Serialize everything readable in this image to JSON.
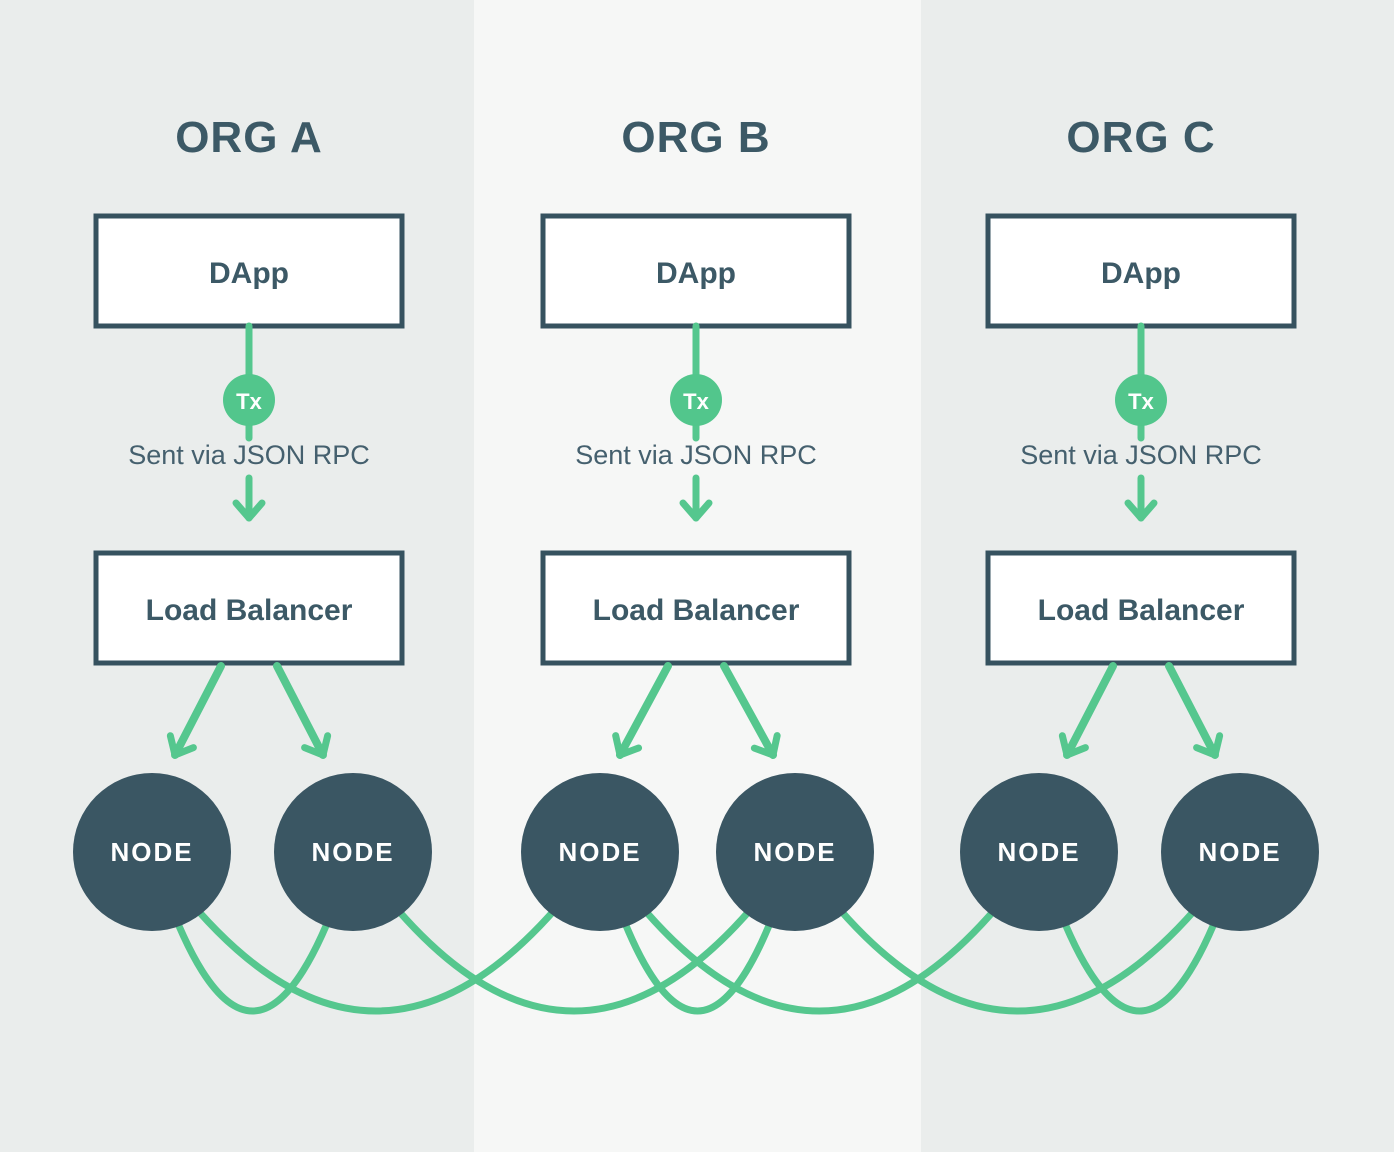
{
  "colors": {
    "accent_green": "#55c78e",
    "slate_border": "#36525f",
    "slate_text": "#3c5966",
    "node_fill": "#3a5663",
    "box_fill": "#ffffff",
    "outer_column_bg": "#eaedec",
    "middle_column_bg": "#f6f7f6"
  },
  "orgs": [
    {
      "title": "ORG A",
      "dapp_label": "DApp",
      "tx_badge_label": "Tx",
      "rpc_caption": "Sent via JSON RPC",
      "load_balancer_label": "Load Balancer",
      "nodes": [
        "NODE",
        "NODE"
      ]
    },
    {
      "title": "ORG B",
      "dapp_label": "DApp",
      "tx_badge_label": "Tx",
      "rpc_caption": "Sent via JSON RPC",
      "load_balancer_label": "Load Balancer",
      "nodes": [
        "NODE",
        "NODE"
      ]
    },
    {
      "title": "ORG C",
      "dapp_label": "DApp",
      "tx_badge_label": "Tx",
      "rpc_caption": "Sent via JSON RPC",
      "load_balancer_label": "Load Balancer",
      "nodes": [
        "NODE",
        "NODE"
      ]
    }
  ]
}
